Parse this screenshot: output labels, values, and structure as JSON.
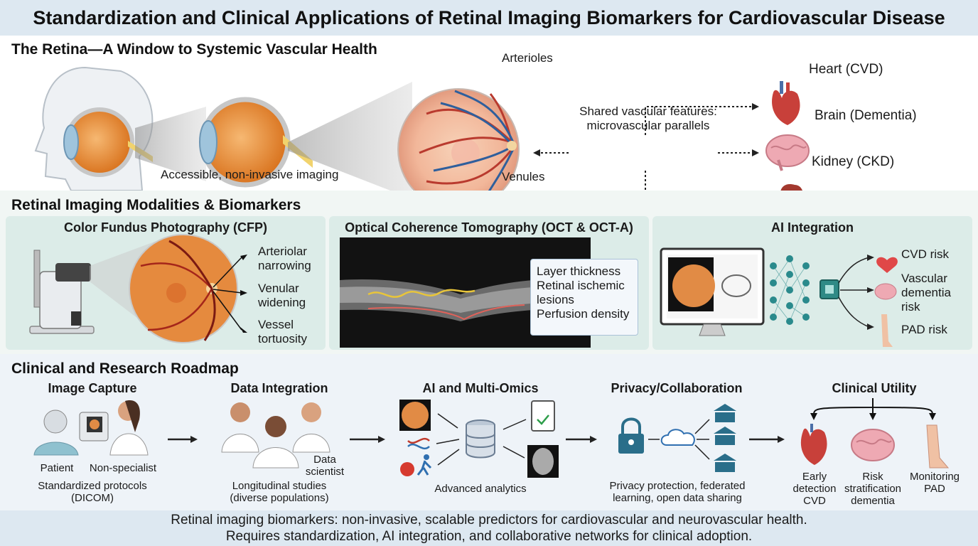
{
  "title": "Standardization and Clinical Applications of Retinal Imaging Biomarkers for Cardiovascular Disease",
  "section1": {
    "heading": "The Retina—A Window to Systemic Vascular Health",
    "caption": "Accessible, non-invasive imaging",
    "arterioles": "Arterioles",
    "venules": "Venules",
    "shared_line1": "Shared vascular features:",
    "shared_line2": "microvascular parallels",
    "organs": [
      {
        "label": "Heart (CVD)",
        "icon": "heart-icon"
      },
      {
        "label": "Brain (Dementia)",
        "icon": "brain-icon"
      },
      {
        "label": "Kidney (CKD)",
        "icon": "kidney-icon"
      }
    ]
  },
  "section2": {
    "heading": "Retinal Imaging Modalities & Biomarkers",
    "cfp": {
      "title": "Color Fundus Photography (CFP)",
      "labels": [
        {
          "l1": "Arteriolar",
          "l2": "narrowing"
        },
        {
          "l1": "Venular",
          "l2": "widening"
        },
        {
          "l1": "Vessel",
          "l2": "tortuosity"
        }
      ]
    },
    "oct": {
      "title": "Optical Coherence Tomography (OCT & OCT-A)",
      "features": [
        "Layer thickness",
        "Retinal ischemic",
        "lesions",
        "Perfusion density"
      ]
    },
    "ai": {
      "title": "AI Integration",
      "outputs": [
        {
          "l1": "CVD risk",
          "l2": "",
          "l3": ""
        },
        {
          "l1": "Vascular",
          "l2": "dementia",
          "l3": "risk"
        },
        {
          "l1": "PAD risk",
          "l2": "",
          "l3": ""
        }
      ]
    }
  },
  "section3": {
    "heading": "Clinical and Research Roadmap",
    "steps": [
      {
        "title": "Image Capture"
      },
      {
        "title": "Data Integration"
      },
      {
        "title": "AI and Multi-Omics"
      },
      {
        "title": "Privacy/Collaboration"
      },
      {
        "title": "Clinical Utility"
      }
    ],
    "capture": {
      "patient": "Patient",
      "nonspecialist": "Non-specialist",
      "caption1": "Standardized protocols",
      "caption2": "(DICOM)"
    },
    "integration": {
      "data1": "Data",
      "data2": "scientist",
      "caption1": "Longitudinal studies",
      "caption2": "(diverse populations)"
    },
    "omics": {
      "caption": "Advanced analytics"
    },
    "privacy": {
      "caption1": "Privacy protection, federated",
      "caption2": "learning, open data sharing"
    },
    "utility": [
      {
        "l1": "Early",
        "l2": "detection",
        "l3": "CVD"
      },
      {
        "l1": "Risk",
        "l2": "stratification",
        "l3": "dementia"
      },
      {
        "l1": "Monitoring",
        "l2": "PAD",
        "l3": ""
      }
    ]
  },
  "footer": {
    "line1": "Retinal imaging biomarkers: non-invasive, scalable predictors for cardiovascular and neurovascular health.",
    "line2": "Requires standardization, AI integration, and collaborative networks for clinical adoption."
  }
}
